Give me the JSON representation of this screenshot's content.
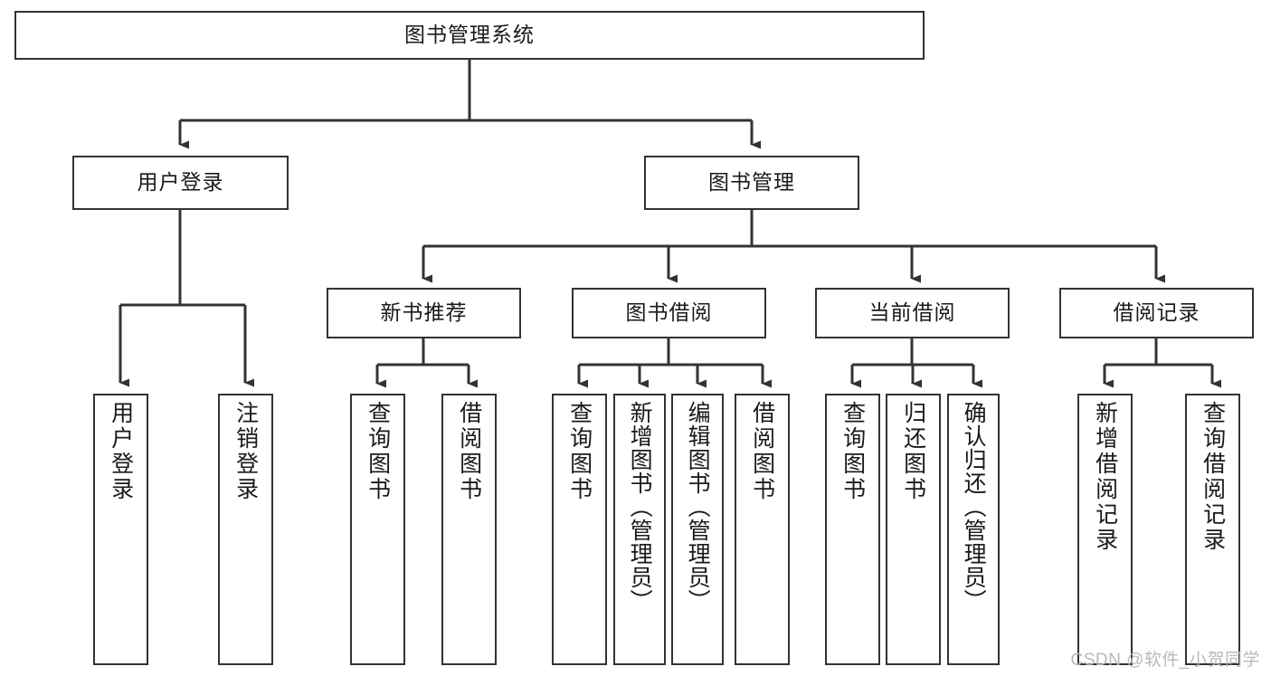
{
  "diagram": {
    "type": "tree-hierarchy",
    "title": "图书管理系统",
    "watermark": "CSDN @软件_小贺同学",
    "colors": {
      "stroke": "#333333",
      "fill": "#ffffff",
      "text": "#1a1a1a",
      "watermark": "#b9b9b9"
    },
    "levels": [
      {
        "level": 0,
        "nodes": [
          {
            "id": "root",
            "label": "图书管理系统",
            "orientation": "horizontal"
          }
        ]
      },
      {
        "level": 1,
        "nodes": [
          {
            "id": "login",
            "label": "用户登录",
            "orientation": "horizontal",
            "parent": "root"
          },
          {
            "id": "bookmgmt",
            "label": "图书管理",
            "orientation": "horizontal",
            "parent": "root"
          }
        ]
      },
      {
        "level": 2,
        "nodes": [
          {
            "id": "newbook",
            "label": "新书推荐",
            "orientation": "horizontal",
            "parent": "bookmgmt"
          },
          {
            "id": "borrow",
            "label": "图书借阅",
            "orientation": "horizontal",
            "parent": "bookmgmt"
          },
          {
            "id": "current",
            "label": "当前借阅",
            "orientation": "horizontal",
            "parent": "bookmgmt"
          },
          {
            "id": "records",
            "label": "借阅记录",
            "orientation": "horizontal",
            "parent": "bookmgmt"
          }
        ]
      },
      {
        "level": 3,
        "nodes": [
          {
            "id": "leaf-1",
            "label": "用户登录",
            "orientation": "vertical",
            "parent": "login"
          },
          {
            "id": "leaf-2",
            "label": "注销登录",
            "orientation": "vertical",
            "parent": "login"
          },
          {
            "id": "leaf-3",
            "label": "查询图书",
            "orientation": "vertical",
            "parent": "newbook"
          },
          {
            "id": "leaf-4",
            "label": "借阅图书",
            "orientation": "vertical",
            "parent": "newbook"
          },
          {
            "id": "leaf-5",
            "label": "查询图书",
            "orientation": "vertical",
            "parent": "borrow"
          },
          {
            "id": "leaf-6",
            "label": "新增图书（管理员）",
            "orientation": "vertical",
            "parent": "borrow"
          },
          {
            "id": "leaf-7",
            "label": "编辑图书（管理员）",
            "orientation": "vertical",
            "parent": "borrow"
          },
          {
            "id": "leaf-8",
            "label": "借阅图书",
            "orientation": "vertical",
            "parent": "borrow"
          },
          {
            "id": "leaf-9",
            "label": "查询图书",
            "orientation": "vertical",
            "parent": "current"
          },
          {
            "id": "leaf-10",
            "label": "归还图书",
            "orientation": "vertical",
            "parent": "current"
          },
          {
            "id": "leaf-11",
            "label": "确认归还（管理员）",
            "orientation": "vertical",
            "parent": "current"
          },
          {
            "id": "leaf-12",
            "label": "新增借阅记录",
            "orientation": "vertical",
            "parent": "records"
          },
          {
            "id": "leaf-13",
            "label": "查询借阅记录",
            "orientation": "vertical",
            "parent": "records"
          }
        ]
      }
    ]
  }
}
